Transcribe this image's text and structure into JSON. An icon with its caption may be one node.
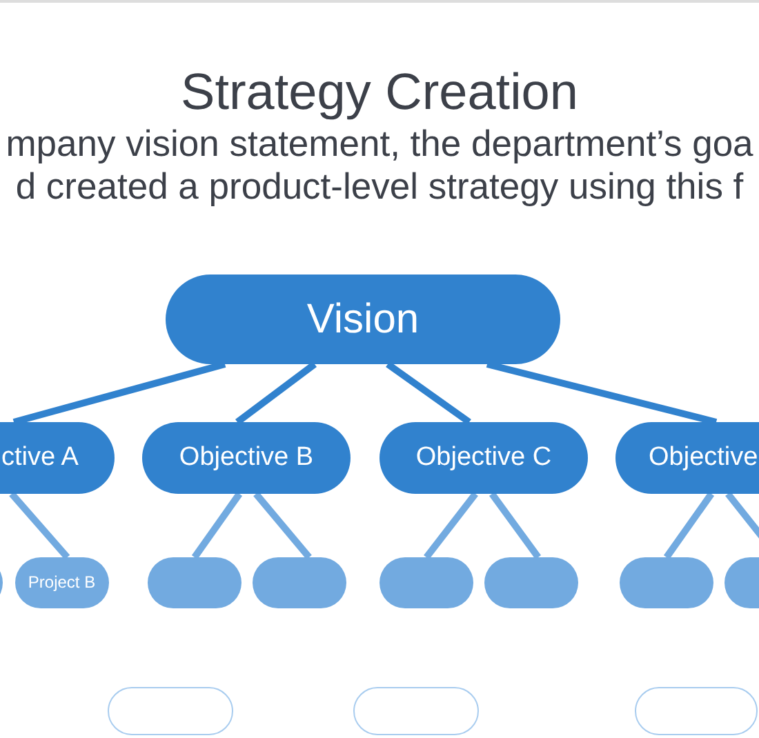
{
  "diagram": {
    "title": "Strategy Creation",
    "nodes": [
      {
        "text": [
          "Vision"
        ]
      },
      {
        "text": [
          "ctive A"
        ]
      },
      {
        "text": [
          "Objective B"
        ]
      },
      {
        "text": [
          "Objective C"
        ]
      },
      {
        "text": [
          "Objective"
        ]
      },
      {
        "text": [],
        "shape": "box"
      },
      {
        "text": [
          "Project B"
        ]
      },
      {
        "text": [],
        "shape": "box"
      },
      {
        "text": [],
        "shape": "box"
      },
      {
        "text": [],
        "shape": "box"
      },
      {
        "text": [],
        "shape": "box"
      },
      {
        "text": [],
        "shape": "box"
      },
      {
        "text": [],
        "shape": "box"
      },
      {
        "text": [],
        "shape": "box"
      },
      {
        "text": [],
        "shape": "box"
      },
      {
        "text": [],
        "shape": "box"
      }
    ],
    "edges": [
      {
        "from": 0,
        "to": 1,
        "arrow": "none",
        "color": "#3182ce"
      },
      {
        "from": 0,
        "to": 2,
        "arrow": "none",
        "color": "#3182ce"
      },
      {
        "from": 0,
        "to": 3,
        "arrow": "none",
        "color": "#3182ce"
      },
      {
        "from": 0,
        "to": 4,
        "arrow": "none",
        "color": "#3182ce"
      },
      {
        "from": 1,
        "to": 6,
        "arrow": "none"
      },
      {
        "from": 2,
        "to": 7,
        "arrow": "none"
      },
      {
        "from": 2,
        "to": 8,
        "arrow": "none"
      },
      {
        "from": 3,
        "to": 9,
        "arrow": "none"
      },
      {
        "from": 3,
        "to": 10,
        "arrow": "none"
      },
      {
        "from": 4,
        "to": 11,
        "arrow": "none"
      },
      {
        "from": 4,
        "to": 12,
        "arrow": "none"
      }
    ],
    "labels": [
      "mpany vision statement, the department’s goa",
      "d created a product-level strategy using this f"
    ]
  }
}
